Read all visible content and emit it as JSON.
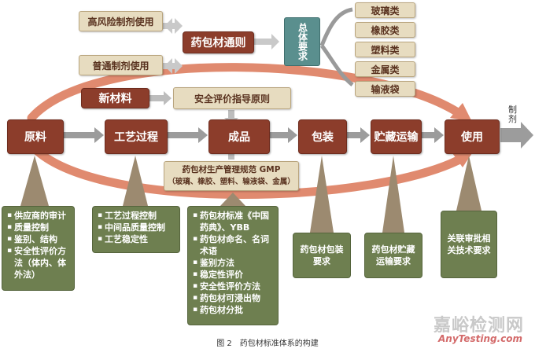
{
  "top_left": {
    "high_risk": "高风险制剂使用",
    "general": "普通制剂使用",
    "general_principle": "药包材通则",
    "overall_req": "总体要求"
  },
  "materials": [
    "玻璃类",
    "橡胶类",
    "塑料类",
    "金属类",
    "输液袋"
  ],
  "new_material": "新材料",
  "safety_guideline": "安全评价指导原则",
  "flow": [
    "原料",
    "工艺过程",
    "成品",
    "包装",
    "贮藏运输",
    "使用"
  ],
  "preparation_label": "制剂",
  "gmp": {
    "line1": "药包材生产管理规范 GMP",
    "line2": "（玻璃、橡胶、塑料、输液袋、金属）"
  },
  "details": {
    "raw": [
      "供应商的审计",
      "质量控制",
      "鉴别、结构",
      "安全性评价方法（体内、体外法）"
    ],
    "process": [
      "工艺过程控制",
      "中间品质量控制",
      "工艺稳定性"
    ],
    "product": [
      "药包材标准《中国药典》、YBB",
      "药包材命名、名词术语",
      "鉴别方法",
      "稳定性评价",
      "安全性评价方法",
      "药包材可浸出物",
      "药包材分批"
    ],
    "packaging": "药包材包装要求",
    "storage": "药包材贮藏运输要求",
    "use": "关联审批相关技术要求"
  },
  "caption": "图 2　药包材标准体系的构建",
  "watermark": {
    "cn": "嘉峪检测网",
    "en": "AnyTesting.com"
  }
}
